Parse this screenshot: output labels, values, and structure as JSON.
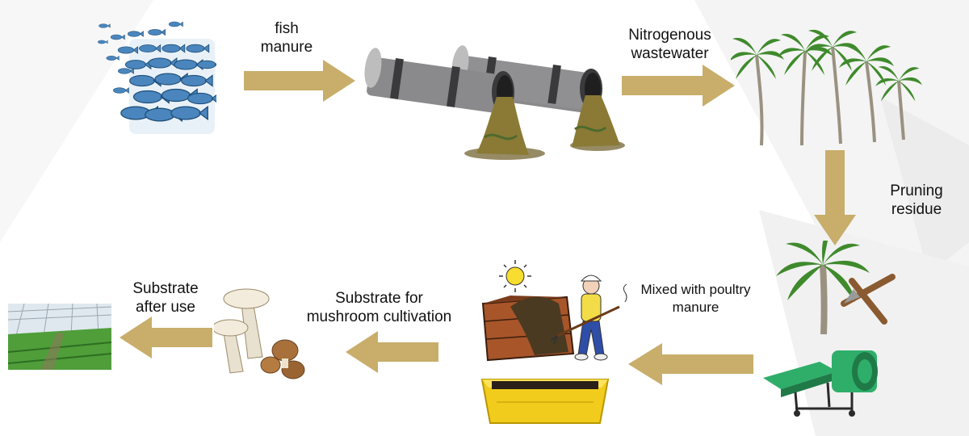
{
  "labels": {
    "fish_manure": [
      "fish",
      "manure"
    ],
    "nitrogenous_wastewater": [
      "Nitrogenous",
      "wastewater"
    ],
    "pruning_residue": [
      "Pruning",
      "residue"
    ],
    "mixed_poultry": [
      "Mixed with poultry",
      "manure"
    ],
    "substrate_mushroom": [
      "Substrate for",
      "mushroom cultivation"
    ],
    "substrate_after_use": [
      "Substrate",
      "after use"
    ]
  },
  "colors": {
    "arrow": "#c8ae6a",
    "fish": "#4a86bd",
    "pipe": "#8a8a8c",
    "water": "#8a7a35",
    "palm_leaf": "#3f8a2c",
    "trunk": "#9a9181",
    "shredder": "#2fae6a",
    "tray": "#f2cc1c",
    "compost_box": "#a8552a",
    "mushroom": "#e9e1cf",
    "greenhouse": "#4f9e3a"
  },
  "icons": [
    "fish-school-icon",
    "pipes-icon",
    "palm-trees-icon",
    "palm-pruner-icon",
    "shredder-icon",
    "composting-farmer-icon",
    "compost-tray-icon",
    "mushrooms-icon",
    "greenhouse-icon"
  ]
}
